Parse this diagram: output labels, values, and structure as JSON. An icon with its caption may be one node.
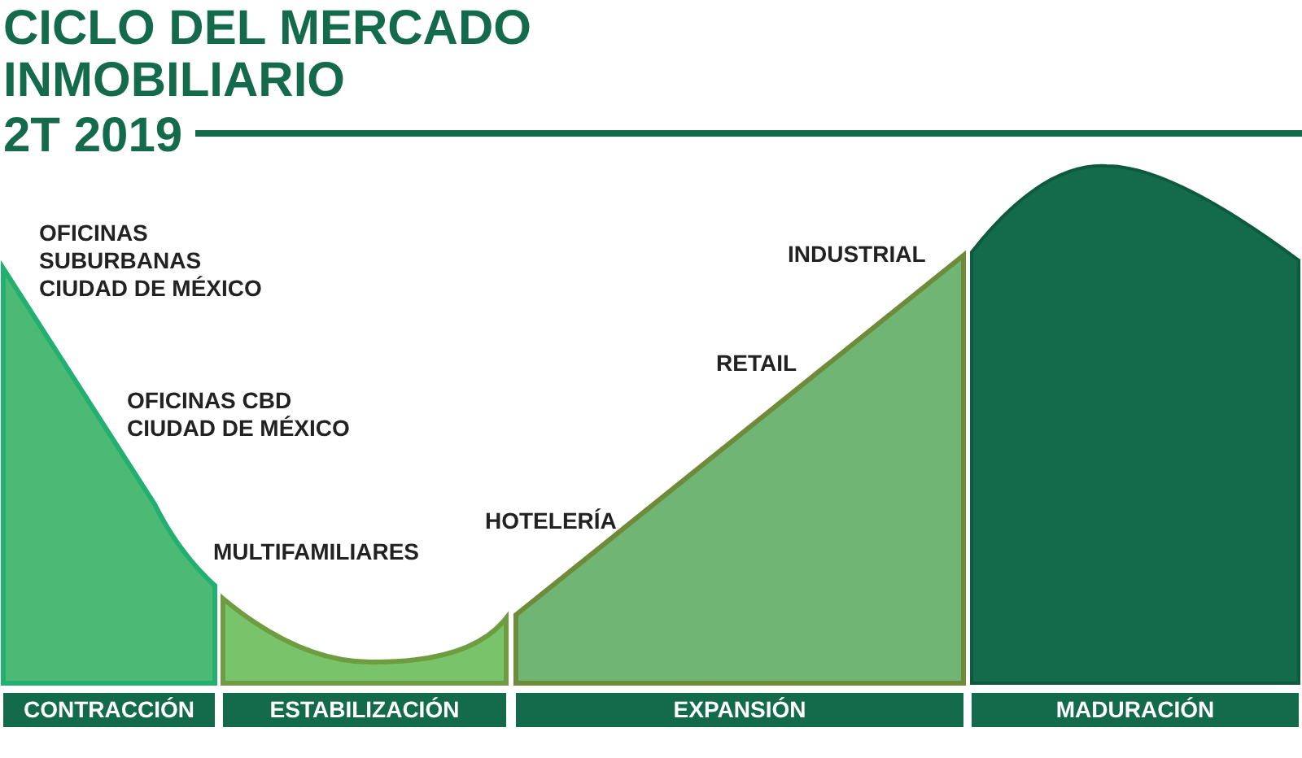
{
  "diagram": {
    "title": "CICLO DEL MERCADO INMOBILIARIO",
    "nodes": [
      {
        "text": [
          "CONTRACCIÓN"
        ]
      },
      {
        "text": [
          "ESTABILIZACIÓN"
        ]
      },
      {
        "text": [
          "EXPANSIÓN"
        ]
      },
      {
        "text": [
          "MADURACIÓN"
        ]
      }
    ],
    "labels": [
      "2T 2019",
      "OFICINAS SUBURBANAS CIUDAD DE MÉXICO",
      "OFICINAS CBD CIUDAD DE MÉXICO",
      "MULTIFAMILIARES",
      "HOTELERÍA",
      "RETAIL",
      "INDUSTRIAL"
    ]
  }
}
